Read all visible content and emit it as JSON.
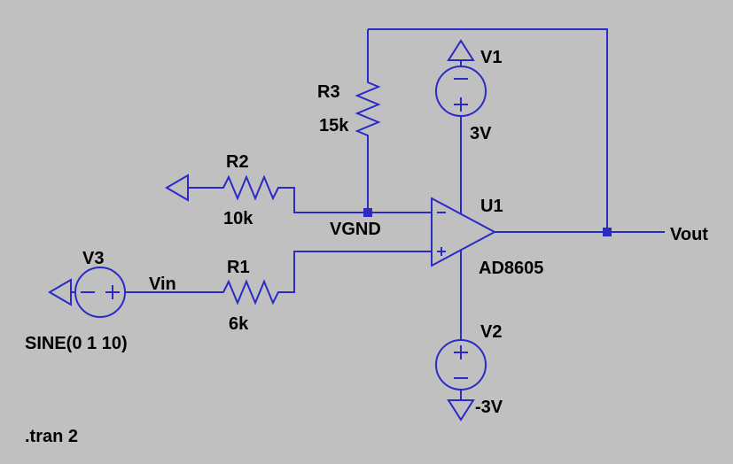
{
  "colors": {
    "background": "#c0c0c0",
    "wire": "#2a2ac8",
    "text": "#000000"
  },
  "components": {
    "r1": {
      "name": "R1",
      "value": "6k"
    },
    "r2": {
      "name": "R2",
      "value": "10k"
    },
    "r3": {
      "name": "R3",
      "value": "15k"
    },
    "v1": {
      "name": "V1",
      "value": "3V"
    },
    "v2": {
      "name": "V2",
      "value": "-3V"
    },
    "v3": {
      "name": "V3",
      "value": "SINE(0 1 10)"
    },
    "u1": {
      "name": "U1",
      "value": "AD8605"
    }
  },
  "net_labels": {
    "vin": "Vin",
    "vout": "Vout",
    "vgnd": "VGND"
  },
  "directive": {
    "tran": ".tran 2"
  }
}
